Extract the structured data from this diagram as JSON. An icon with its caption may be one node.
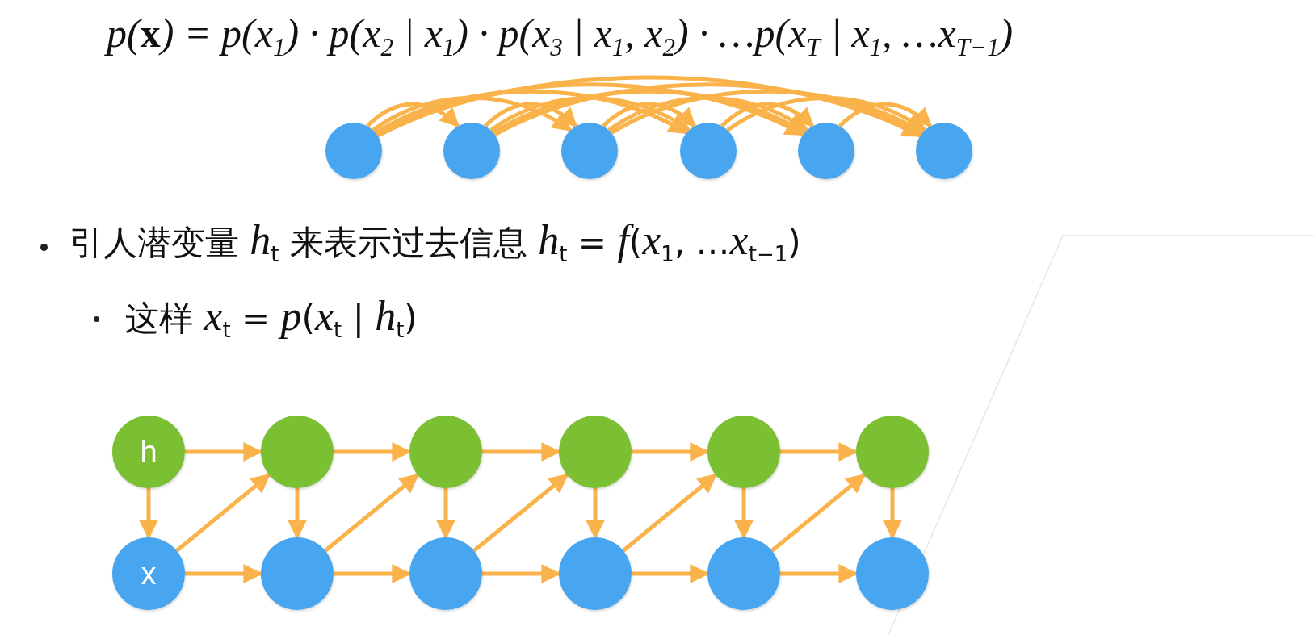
{
  "diagram": {
    "nodes": [
      {
        "text": [],
        "shape": "circle"
      },
      {
        "text": [],
        "shape": "circle"
      },
      {
        "text": [],
        "shape": "circle"
      },
      {
        "text": [],
        "shape": "circle"
      },
      {
        "text": [],
        "shape": "circle"
      },
      {
        "text": [],
        "shape": "circle"
      },
      {
        "text": [
          "h"
        ]
      },
      {
        "text": [],
        "shape": "circle"
      },
      {
        "text": [],
        "shape": "circle"
      },
      {
        "text": [],
        "shape": "circle"
      },
      {
        "text": [],
        "shape": "circle"
      },
      {
        "text": [],
        "shape": "circle"
      },
      {
        "text": [
          "x"
        ]
      },
      {
        "text": [],
        "shape": "circle"
      },
      {
        "text": [],
        "shape": "circle"
      },
      {
        "text": [],
        "shape": "circle"
      },
      {
        "text": [],
        "shape": "circle"
      },
      {
        "text": [],
        "shape": "circle"
      }
    ],
    "edges": [
      {
        "from": 0,
        "to": 1,
        "arrow": "to"
      },
      {
        "from": 0,
        "to": 2,
        "arrow": "to"
      },
      {
        "from": 0,
        "to": 3,
        "arrow": "to"
      },
      {
        "from": 0,
        "to": 4,
        "arrow": "to"
      },
      {
        "from": 0,
        "to": 5,
        "arrow": "to"
      },
      {
        "from": 1,
        "to": 2,
        "arrow": "to"
      },
      {
        "from": 1,
        "to": 3,
        "arrow": "to"
      },
      {
        "from": 1,
        "to": 4,
        "arrow": "to"
      },
      {
        "from": 1,
        "to": 5,
        "arrow": "to"
      },
      {
        "from": 2,
        "to": 3,
        "arrow": "to"
      },
      {
        "from": 2,
        "to": 4,
        "arrow": "to"
      },
      {
        "from": 2,
        "to": 5,
        "arrow": "to"
      },
      {
        "from": 3,
        "to": 4,
        "arrow": "to"
      },
      {
        "from": 3,
        "to": 5,
        "arrow": "to"
      },
      {
        "from": 4,
        "to": 5,
        "arrow": "to"
      },
      {
        "from": 6,
        "to": 7,
        "arrow": "to"
      },
      {
        "from": 7,
        "to": 8,
        "arrow": "to"
      },
      {
        "from": 8,
        "to": 9,
        "arrow": "to"
      },
      {
        "from": 9,
        "to": 10,
        "arrow": "to"
      },
      {
        "from": 10,
        "to": 11,
        "arrow": "to"
      },
      {
        "from": 6,
        "to": 12,
        "arrow": "to"
      },
      {
        "from": 7,
        "to": 13,
        "arrow": "to"
      },
      {
        "from": 8,
        "to": 14,
        "arrow": "to"
      },
      {
        "from": 9,
        "to": 15,
        "arrow": "to"
      },
      {
        "from": 10,
        "to": 16,
        "arrow": "to"
      },
      {
        "from": 11,
        "to": 17,
        "arrow": "to"
      },
      {
        "from": 12,
        "to": 7,
        "arrow": "to"
      },
      {
        "from": 13,
        "to": 8,
        "arrow": "to"
      },
      {
        "from": 14,
        "to": 9,
        "arrow": "to"
      },
      {
        "from": 15,
        "to": 10,
        "arrow": "to"
      },
      {
        "from": 16,
        "to": 11,
        "arrow": "to"
      },
      {
        "from": 12,
        "to": 13,
        "arrow": "to"
      },
      {
        "from": 13,
        "to": 14,
        "arrow": "to"
      },
      {
        "from": 14,
        "to": 15,
        "arrow": "to"
      },
      {
        "from": 15,
        "to": 16,
        "arrow": "to"
      },
      {
        "from": 16,
        "to": 17,
        "arrow": "to"
      }
    ],
    "labels": [
      "p(**x**) = p(x$_{1}$) · p(x$_{2}$ | x$_{1}$) · p(x$_{3}$ | x$_{1}$, x$_{2}$) · …p(x$_{T}$ | x$_{1}$, …x$_{T−1}$)",
      "引人潜变量 *h*$_{t}$ 来表示过去信息 *h*$_{t}$ = *f*(*x*$_{1}$, …*x*$_{t−1}$)",
      "这样 *x*$_{t}$ = *p*(*x*$_{t}$ | *h*$_{t}$)"
    ]
  }
}
